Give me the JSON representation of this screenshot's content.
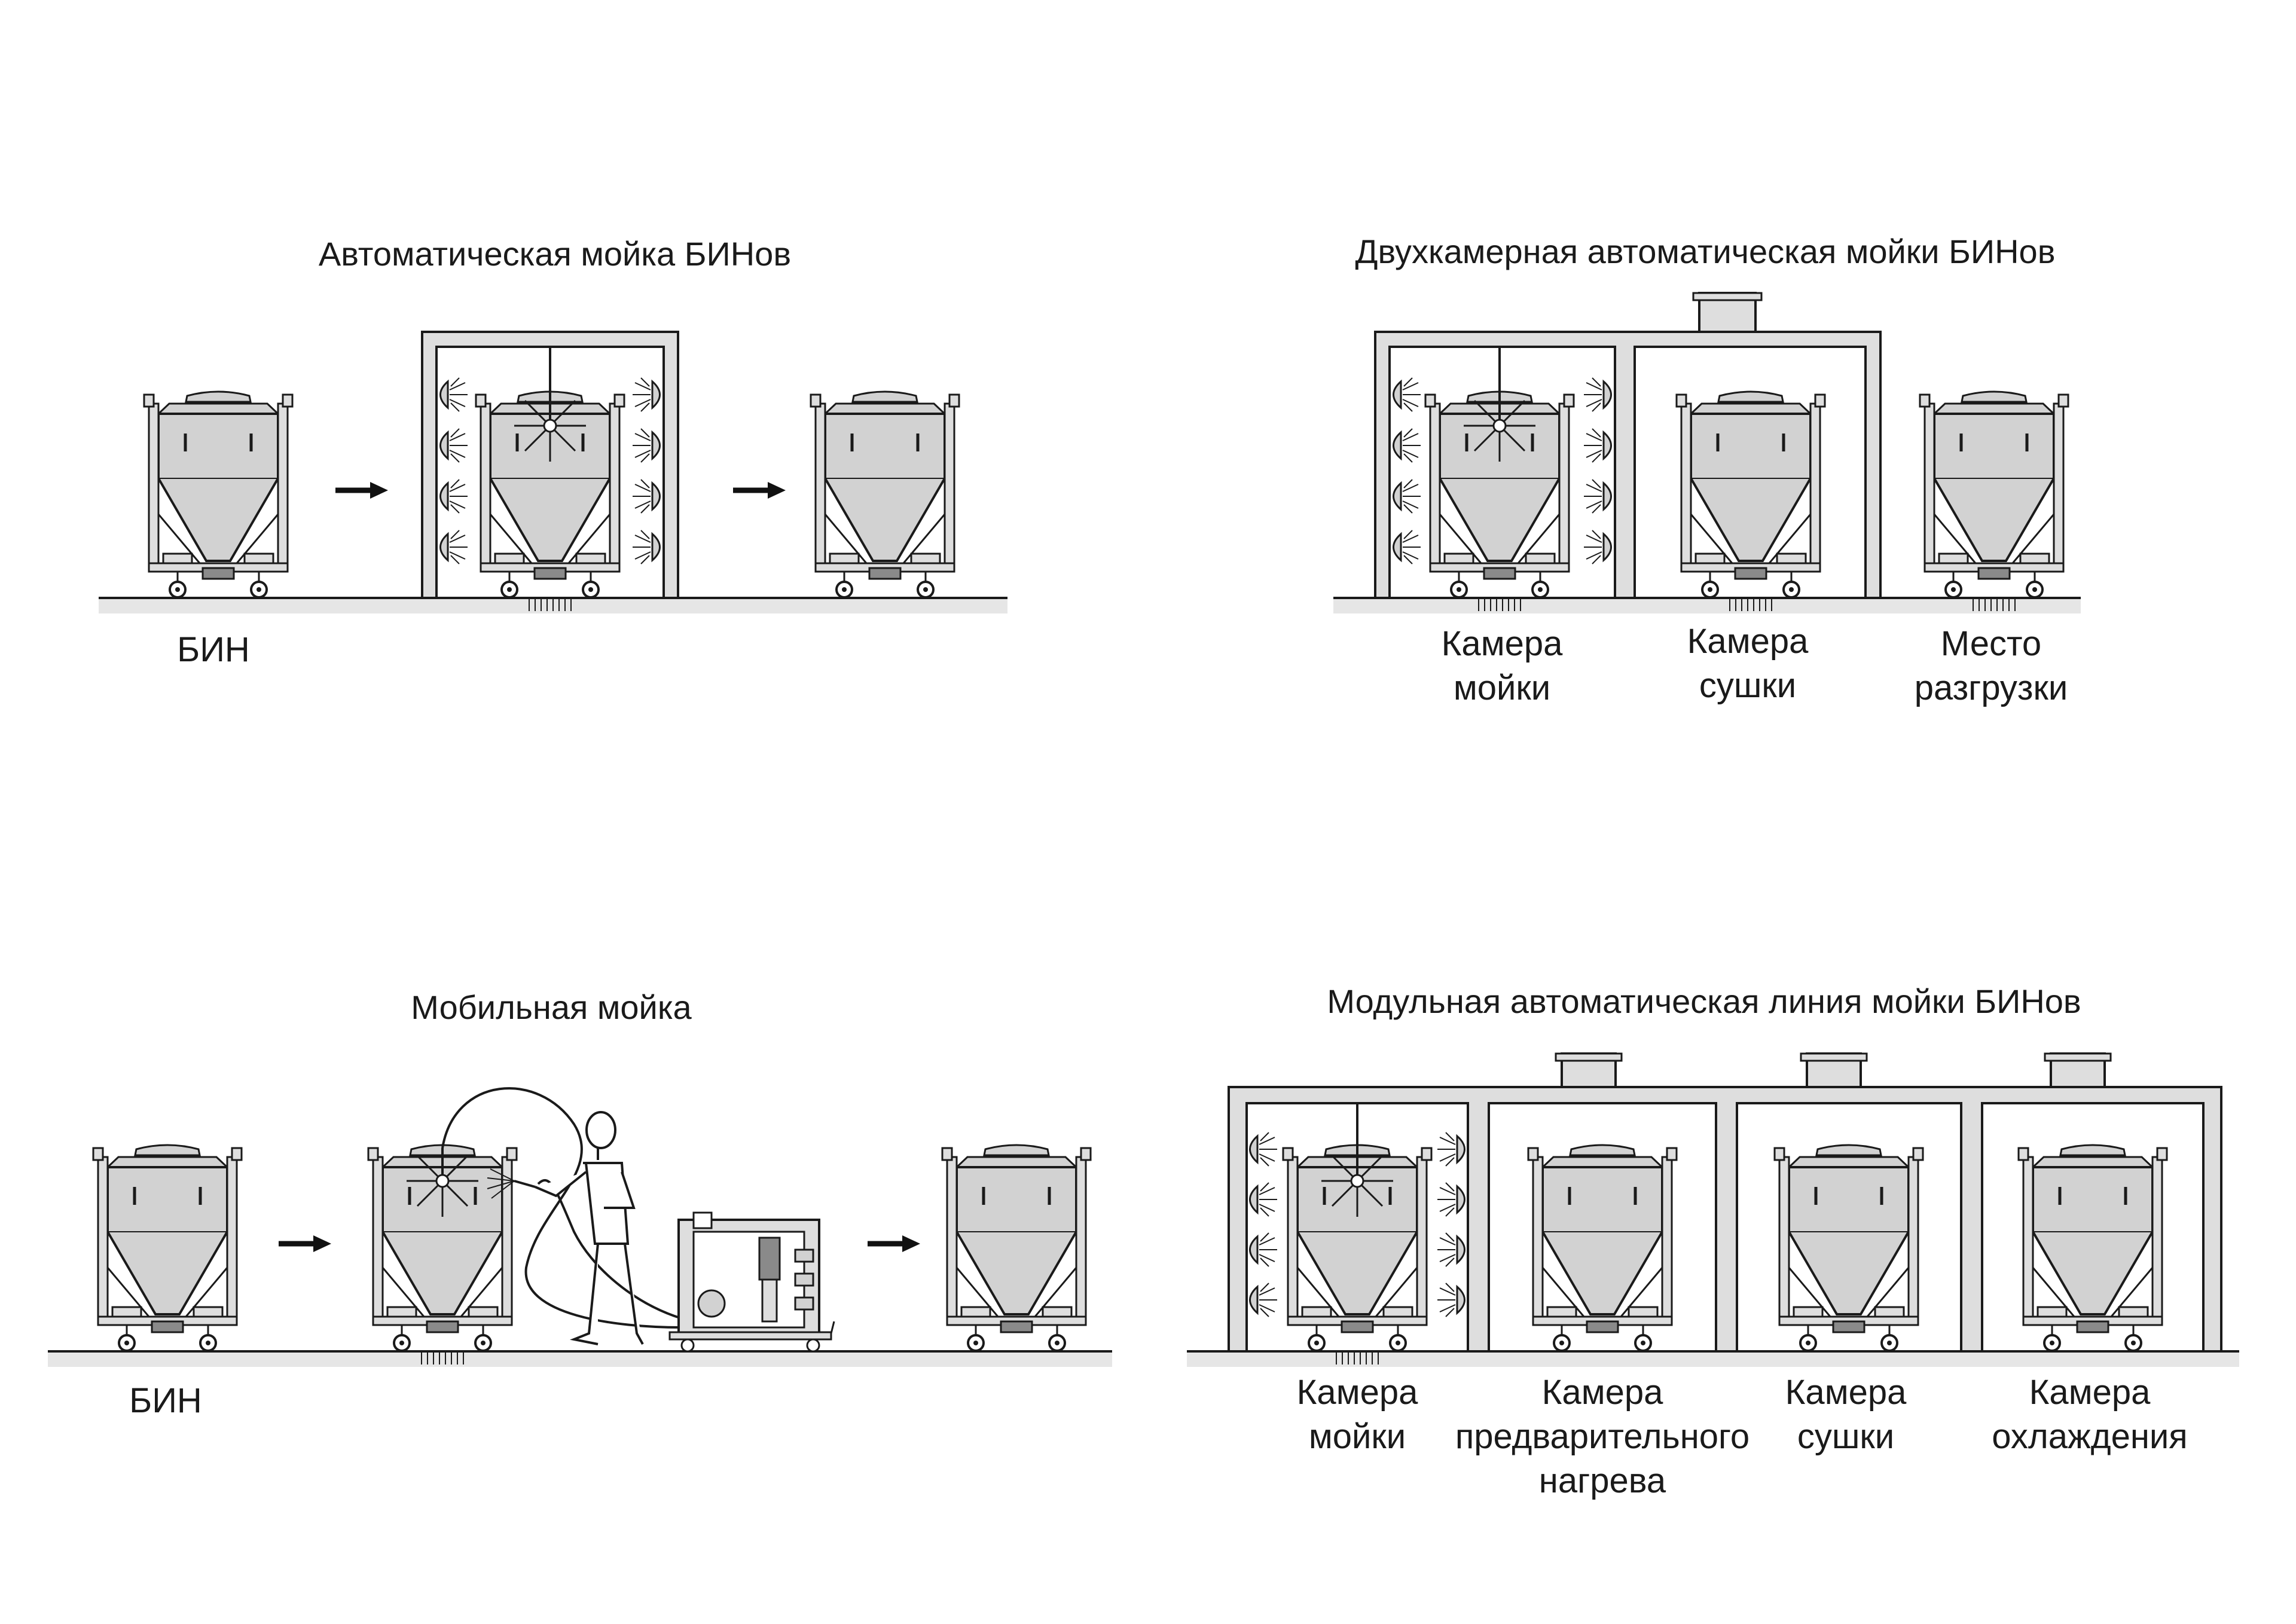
{
  "panels": {
    "auto": {
      "title": "Автоматическая мойка БИНов",
      "bin_label": "БИН"
    },
    "two_chamber": {
      "title": "Двухкамерная автоматическая мойки БИНов",
      "labels": [
        {
          "line1": "Камера",
          "line2": "мойки"
        },
        {
          "line1": "Камера",
          "line2": "сушки"
        },
        {
          "line1": "Место",
          "line2": "разгрузки"
        }
      ]
    },
    "mobile": {
      "title": "Мобильная мойка",
      "bin_label": "БИН"
    },
    "modular": {
      "title": "Модульная автоматическая линия мойки БИНов",
      "labels": [
        {
          "line1": "Камера",
          "line2": "мойки",
          "line3": ""
        },
        {
          "line1": "Камера",
          "line2": "предварительного",
          "line3": "нагрева"
        },
        {
          "line1": "Камера",
          "line2": "сушки",
          "line3": ""
        },
        {
          "line1": "Камера",
          "line2": "охлаждения",
          "line3": ""
        }
      ]
    }
  },
  "colors": {
    "bin_fill": "#d2d2d2",
    "frame_fill": "#dedede",
    "line": "#1a1a1a",
    "background": "#ffffff"
  }
}
